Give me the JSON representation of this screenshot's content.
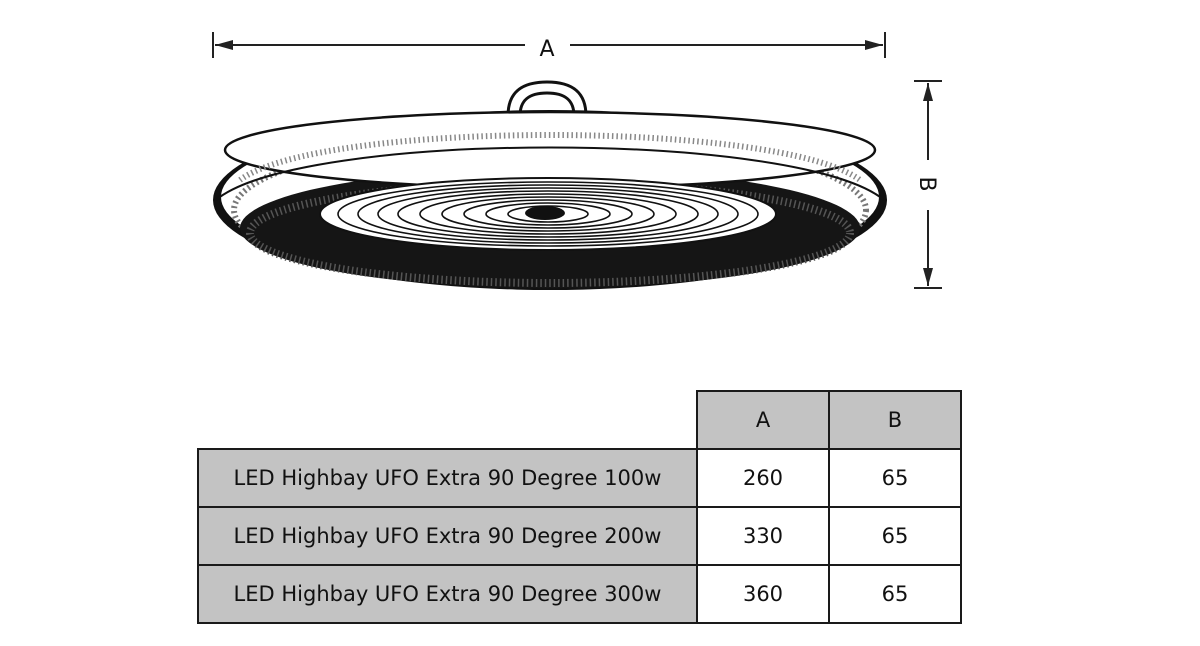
{
  "diagram": {
    "dimension_a_label": "A",
    "dimension_b_label": "B"
  },
  "table": {
    "headers": [
      "",
      "A",
      "B"
    ],
    "rows": [
      {
        "name": "LED Highbay UFO Extra 90 Degree 100w",
        "a": "260",
        "b": "65"
      },
      {
        "name": "LED Highbay UFO Extra 90 Degree 200w",
        "a": "330",
        "b": "65"
      },
      {
        "name": "LED Highbay UFO Extra 90 Degree 300w",
        "a": "360",
        "b": "65"
      }
    ]
  }
}
